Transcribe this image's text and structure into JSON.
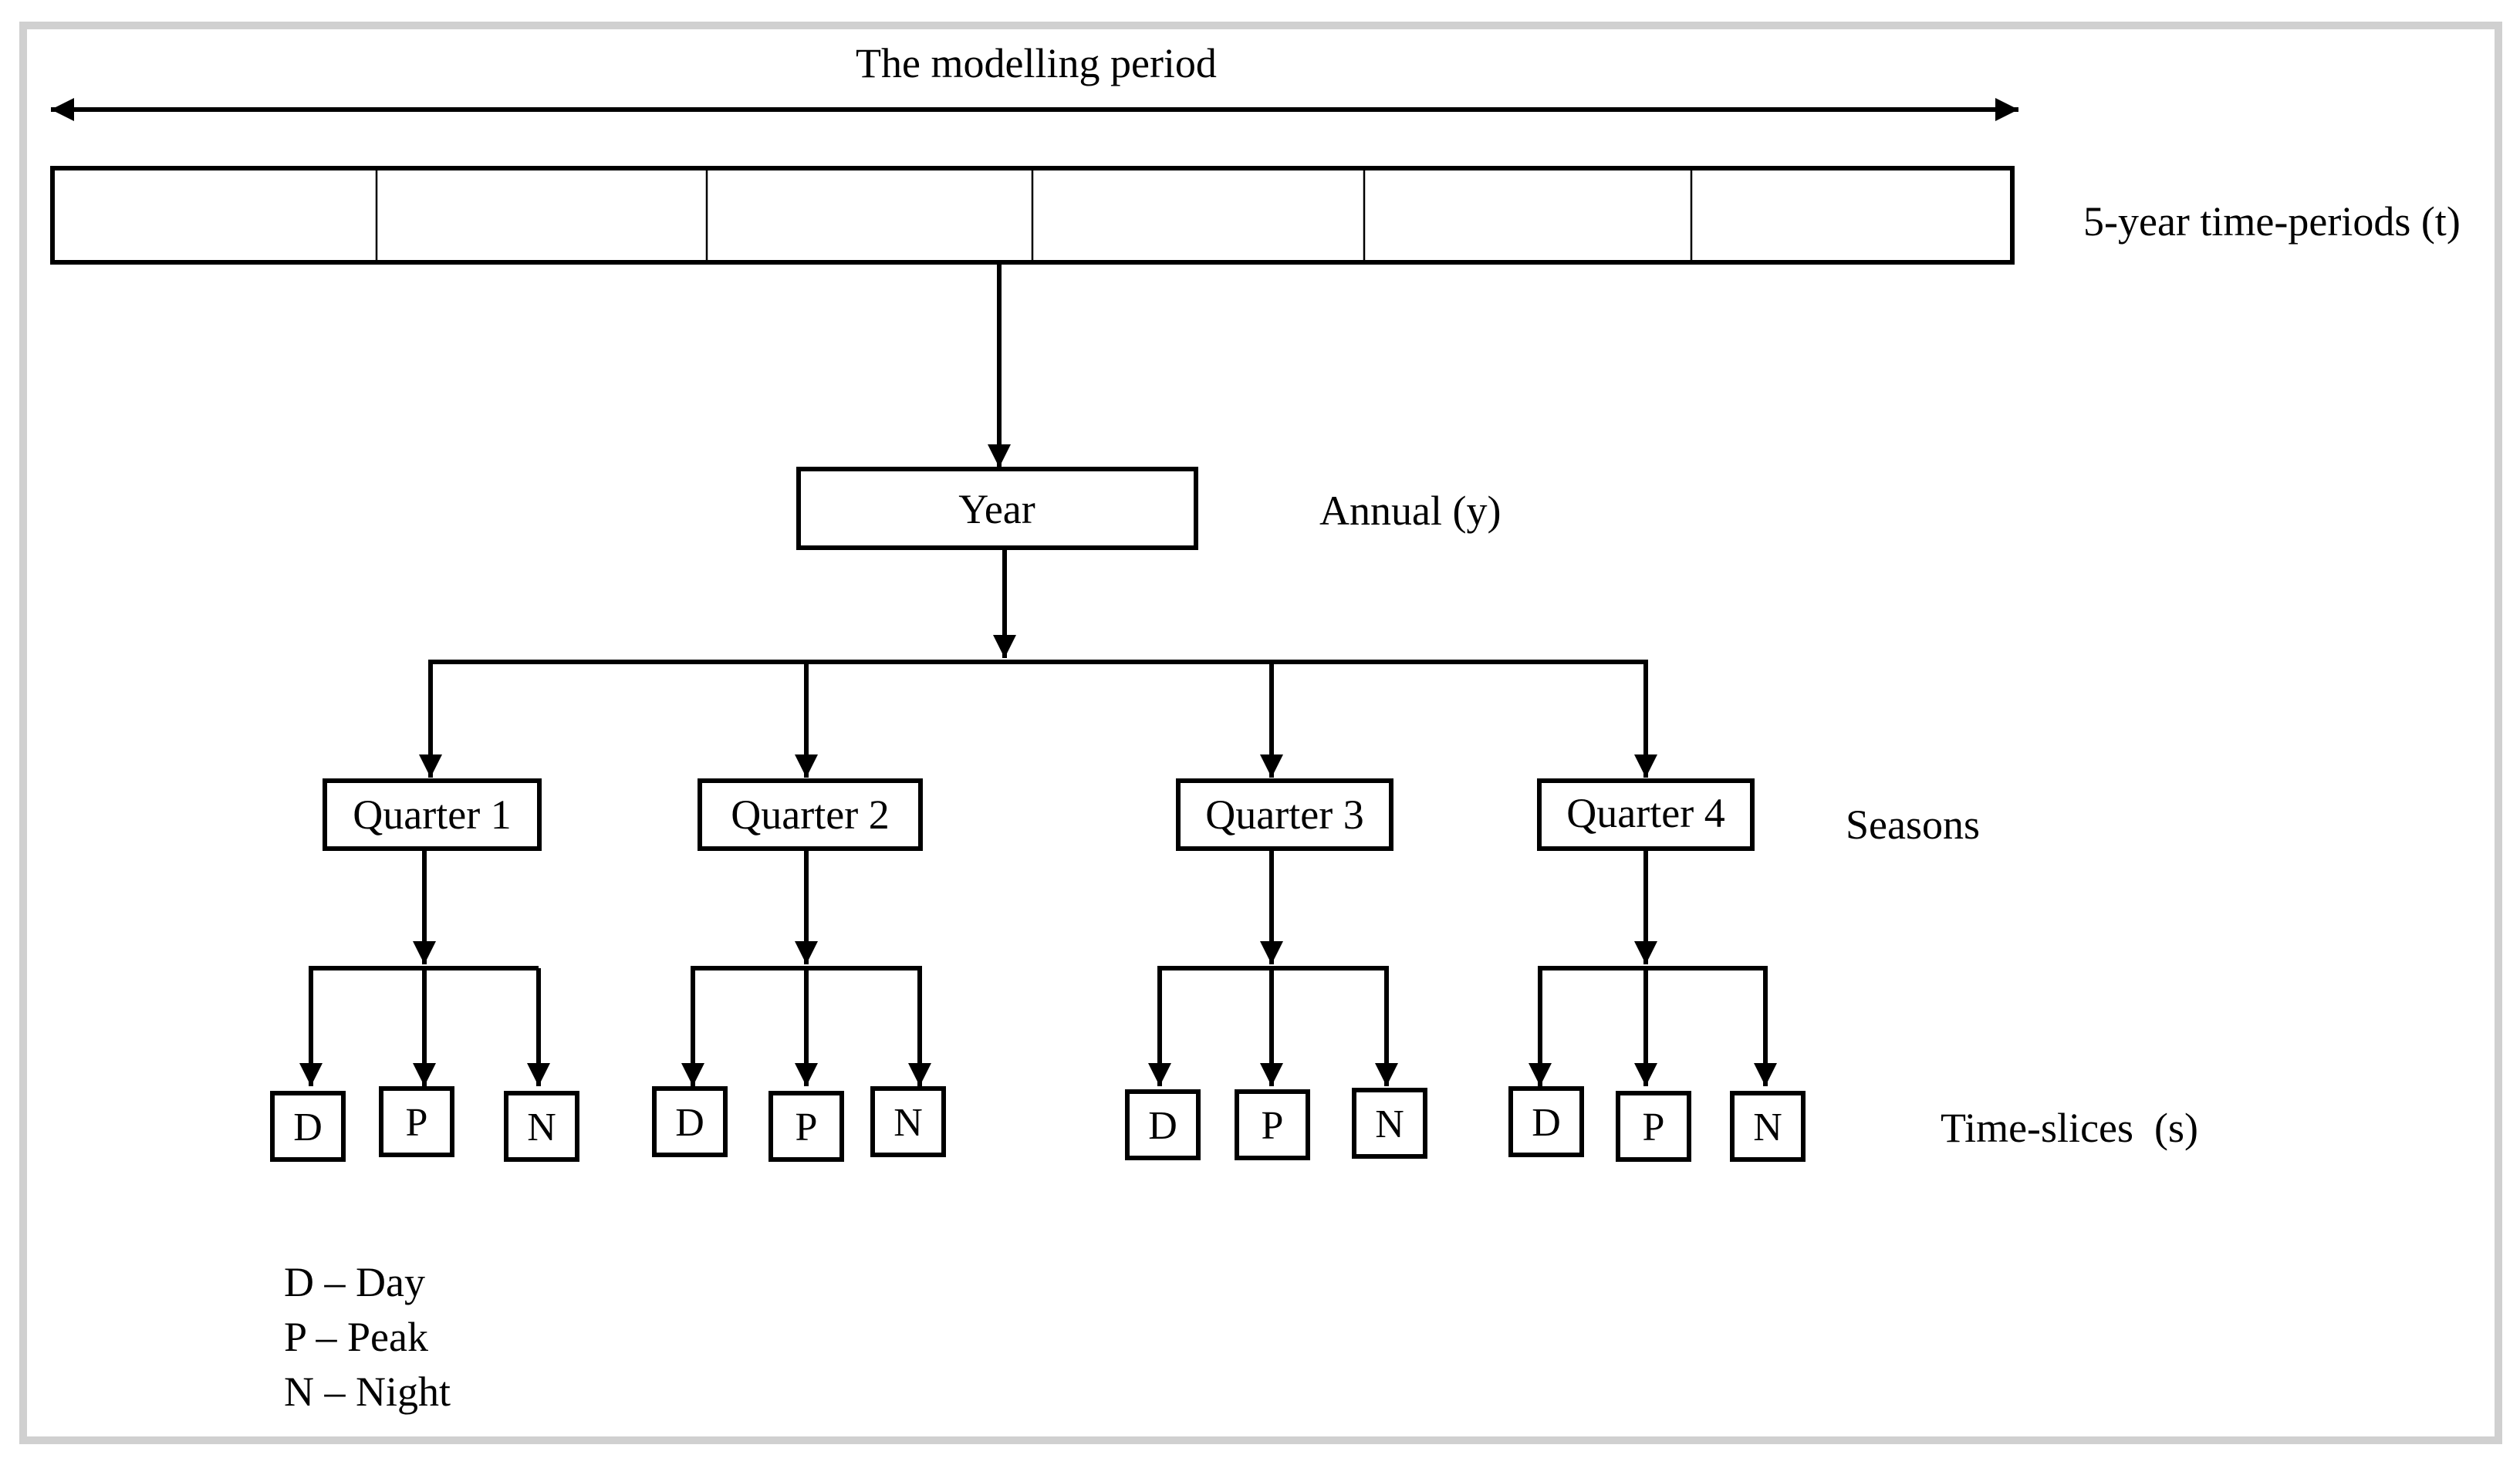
{
  "title": "The modelling period",
  "levels": {
    "periods": "5-year time-periods (t)",
    "annual": "Annual (y)",
    "seasons": "Seasons",
    "slices": "Time-slices  (s)"
  },
  "year_box": "Year",
  "quarters": [
    {
      "label": "Quarter 1",
      "slices": [
        "D",
        "P",
        "N"
      ]
    },
    {
      "label": "Quarter 2",
      "slices": [
        "D",
        "P",
        "N"
      ]
    },
    {
      "label": "Quarter 3",
      "slices": [
        "D",
        "P",
        "N"
      ]
    },
    {
      "label": "Quarter 4",
      "slices": [
        "D",
        "P",
        "N"
      ]
    }
  ],
  "legend": [
    "D – Day",
    "P – Peak",
    "N – Night"
  ],
  "colors": {
    "frame": "#d0d0d0",
    "ink": "#000000"
  }
}
